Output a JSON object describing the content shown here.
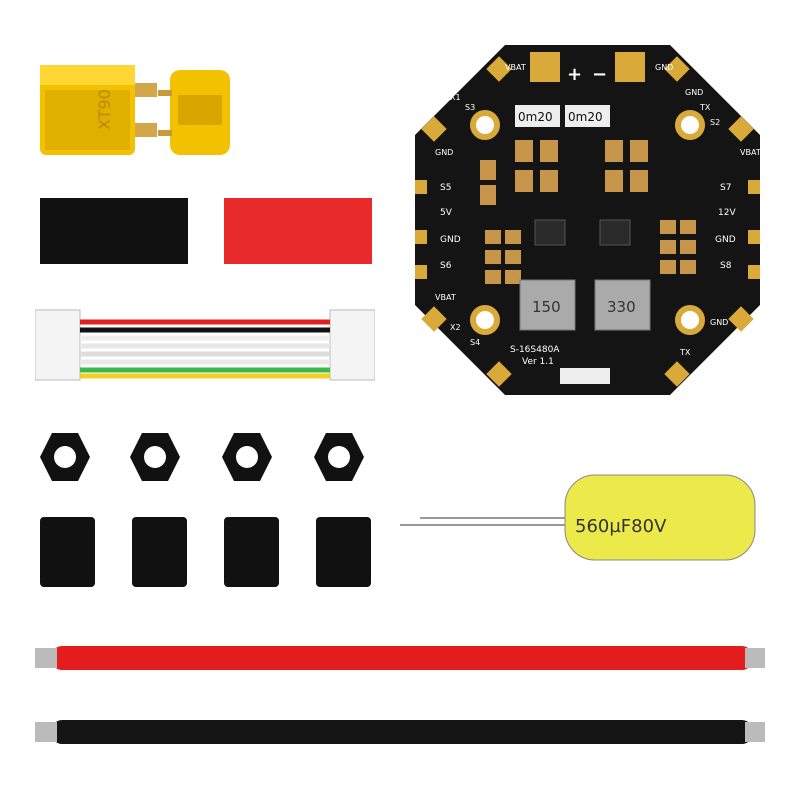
{
  "board": {
    "top_label": "VBAT",
    "pads": [
      "VBAT",
      "GND",
      "X1",
      "S3",
      "TX",
      "GND",
      "S2",
      "S5",
      "S7",
      "5V",
      "12V",
      "GND",
      "GND",
      "S6",
      "S8",
      "VBAT",
      "GND",
      "X2",
      "S4",
      "TX",
      "GND",
      "VBAT"
    ],
    "plus": "+",
    "minus": "−",
    "resistor_1": "0m20",
    "resistor_2": "0m20",
    "inductor_1": "150",
    "inductor_2": "330",
    "model": "S-16S480A",
    "version": "Ver 1.1"
  },
  "capacitor": {
    "label": "560µF80V"
  },
  "connector": {
    "xt_marking": "XT90"
  },
  "colors": {
    "xt_yellow": "#f2c200",
    "pcb_black": "#141414",
    "gold": "#d9a93a",
    "red": "#e31d1d",
    "cap_yellow": "#ece94a"
  }
}
